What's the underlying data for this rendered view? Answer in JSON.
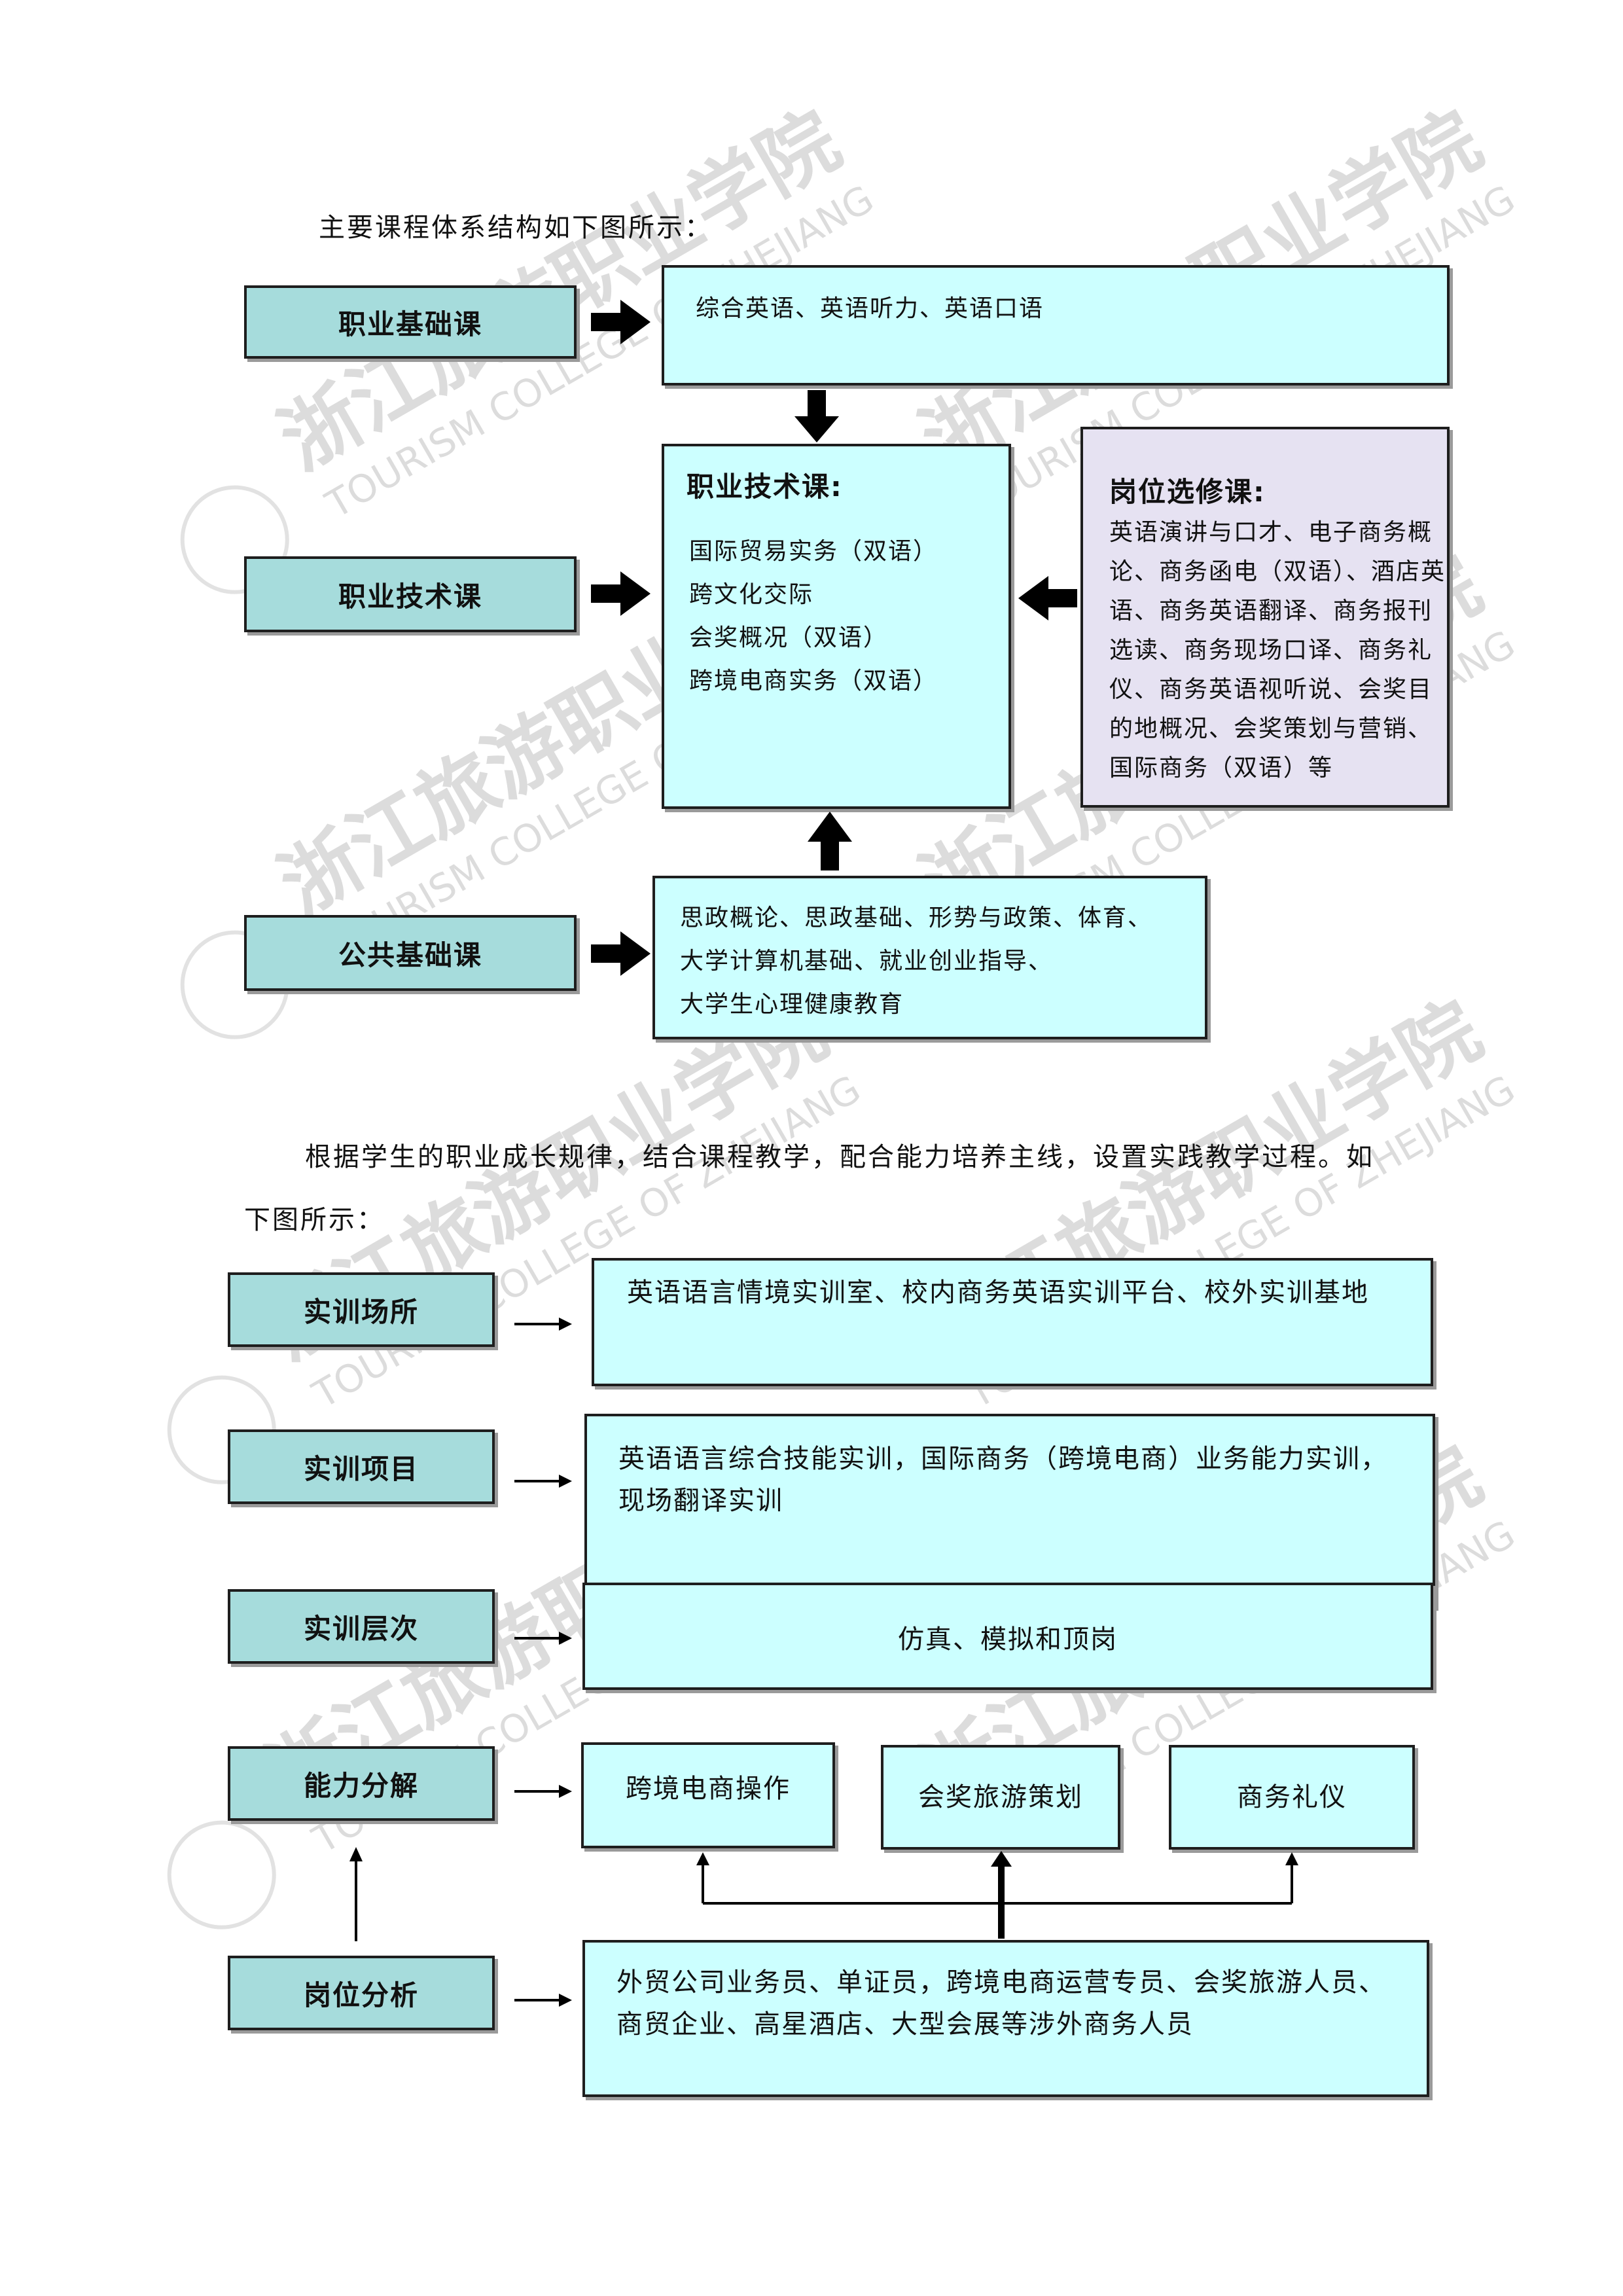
{
  "intro_text": "主要课程体系结构如下图所示：",
  "diagram1": {
    "categories": {
      "basic": "职业基础课",
      "tech": "职业技术课",
      "public": "公共基础课"
    },
    "basic_courses": "综合英语、英语听力、英语口语",
    "tech_box": {
      "title": "职业技术课:",
      "items": [
        "国际贸易实务（双语）",
        "跨文化交际",
        "会奖概况（双语）",
        "跨境电商实务（双语）"
      ]
    },
    "elective_box": {
      "title": "岗位选修课:",
      "lines": [
        "英语演讲与口才、电子商务概",
        "论、商务函电（双语）、酒店英",
        "语、商务英语翻译、商务报刊",
        "选读、商务现场口译、商务礼",
        "仪、商务英语视听说、会奖目",
        "的地概况、会奖策划与营销、",
        "国际商务（双语）等"
      ]
    },
    "public_box": {
      "lines": [
        "思政概论、思政基础、形势与政策、体育、",
        "大学计算机基础、就业创业指导、",
        "大学生心理健康教育"
      ]
    }
  },
  "para2": {
    "line1": "根据学生的职业成长规律，结合课程教学，配合能力培养主线，设置实践教学过程。如",
    "line2": "下图所示："
  },
  "diagram2": {
    "labels": {
      "site": "实训场所",
      "project": "实训项目",
      "level": "实训层次",
      "ability": "能力分解",
      "post": "岗位分析"
    },
    "site_text": "英语语言情境实训室、校内商务英语实训平台、校外实训基地",
    "project_lines": [
      "英语语言综合技能实训，国际商务（跨境电商）业务能力实训，",
      "现场翻译实训"
    ],
    "level_text": "仿真、模拟和顶岗",
    "abilities": [
      "跨境电商操作",
      "会奖旅游策划",
      "商务礼仪"
    ],
    "post_lines": [
      "外贸公司业务员、单证员，跨境电商运营专员、会奖旅游人员、",
      "商贸企业、高星酒店、大型会展等涉外商务人员"
    ]
  },
  "watermark": {
    "chinese": "浙江旅游职业学院",
    "english": "TOURISM COLLEGE OF ZHEJIANG"
  },
  "colors": {
    "label_fill": "#a6dcdc",
    "box_fill": "#ccffff",
    "elective_fill": "#e6e2f2",
    "watermark": "#cfcfcf"
  }
}
